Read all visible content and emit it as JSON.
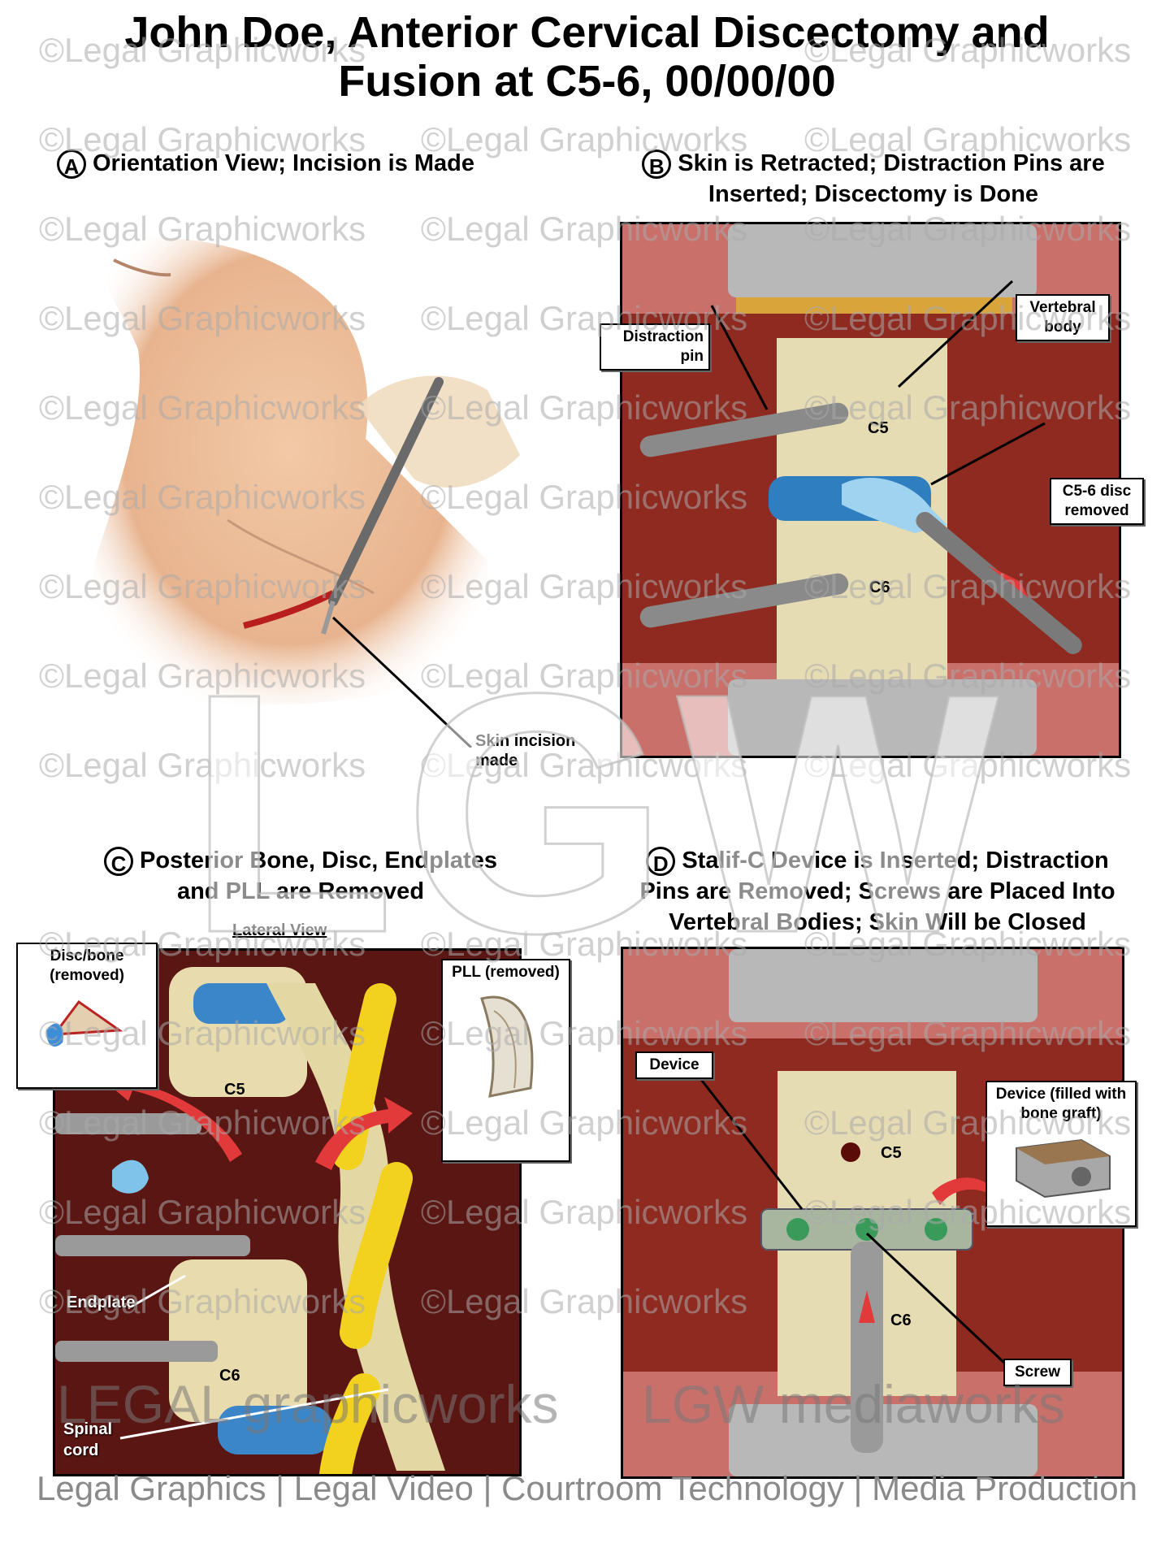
{
  "title": {
    "line1": "John Doe, Anterior Cervical Discectomy and",
    "line2": "Fusion at C5-6, 00/00/00"
  },
  "panels": {
    "a": {
      "letter": "A",
      "title": "Orientation View; Incision is Made",
      "labels": {
        "incision": "Skin incision made"
      }
    },
    "b": {
      "letter": "B",
      "title_line1": "Skin is Retracted; Distraction Pins are",
      "title_line2": "Inserted; Discectomy is Done",
      "labels": {
        "distraction_pin": "Distraction pin",
        "vertebral_body": "Vertebral body",
        "c5": "C5",
        "disc_removed": "C5-6 disc removed",
        "c6": "C6"
      }
    },
    "c": {
      "letter": "C",
      "title_line1": "Posterior Bone, Disc, Endplates",
      "title_line2": "and PLL are Removed",
      "subtitle": "Lateral View",
      "labels": {
        "disc_bone": "Disc/bone (removed)",
        "pll": "PLL (removed)",
        "c5": "C5",
        "endplate": "Endplate",
        "c6": "C6",
        "spinal_cord": "Spinal cord"
      }
    },
    "d": {
      "letter": "D",
      "title_line1": "Stalif-C Device is Inserted; Distraction",
      "title_line2": "Pins are Removed; Screws are Placed Into",
      "title_line3": "Vertebral Bodies; Skin Will be Closed",
      "labels": {
        "device": "Device",
        "device_filled": "Device (filled with bone graft)",
        "c5": "C5",
        "c6": "C6",
        "screw": "Screw"
      }
    }
  },
  "watermark": {
    "text": "©Legal Graphicworks",
    "big": "LGW",
    "brand_left": "LEGAL graphicworks",
    "brand_right": "LGW mediaworks"
  },
  "footer": "Legal Graphics | Legal Video | Courtroom Technology | Media Production"
}
